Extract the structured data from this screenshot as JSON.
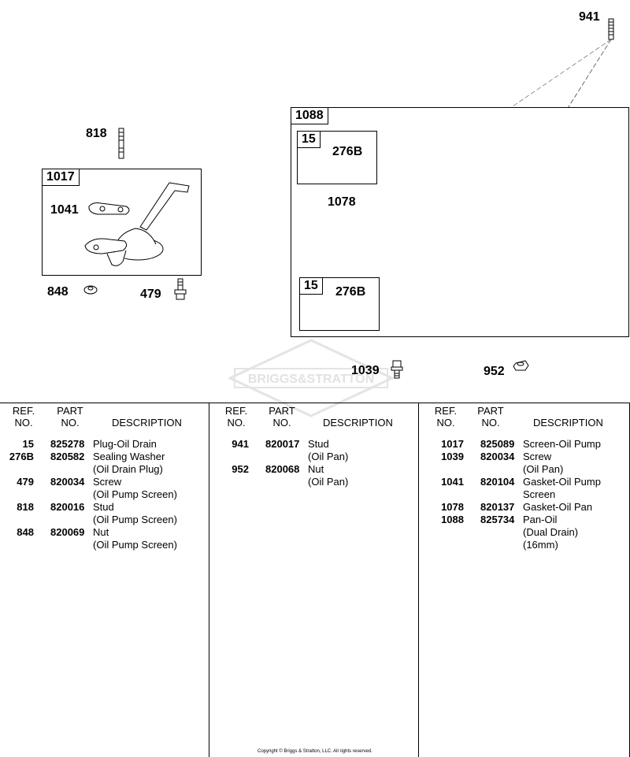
{
  "diagram": {
    "callouts": {
      "c941": "941",
      "c818": "818",
      "c1041": "1041",
      "c848": "848",
      "c479": "479",
      "c1078": "1078",
      "c1039": "1039",
      "c952": "952",
      "c276b_top": "276B",
      "c276b_bot": "276B",
      "c15_top": "15",
      "c15_bot": "15"
    },
    "boxes": {
      "b1088": "1088",
      "b1017": "1017"
    },
    "watermark": "BRIGGS&STRATTON"
  },
  "table": {
    "headers": {
      "ref": [
        "REF.",
        "NO."
      ],
      "part": [
        "PART",
        "NO."
      ],
      "description": "DESCRIPTION"
    },
    "columns": [
      [
        {
          "ref": "15",
          "part": "825278",
          "desc": [
            "Plug-Oil Drain"
          ]
        },
        {
          "ref": "276B",
          "part": "820582",
          "desc": [
            "Sealing Washer",
            "(Oil Drain Plug)"
          ]
        },
        {
          "ref": "479",
          "part": "820034",
          "desc": [
            "Screw",
            "(Oil Pump Screen)"
          ]
        },
        {
          "ref": "818",
          "part": "820016",
          "desc": [
            "Stud",
            "(Oil Pump Screen)"
          ]
        },
        {
          "ref": "848",
          "part": "820069",
          "desc": [
            "Nut",
            "(Oil Pump Screen)"
          ]
        }
      ],
      [
        {
          "ref": "941",
          "part": "820017",
          "desc": [
            "Stud",
            "(Oil Pan)"
          ]
        },
        {
          "ref": "952",
          "part": "820068",
          "desc": [
            "Nut",
            "(Oil Pan)"
          ]
        }
      ],
      [
        {
          "ref": "1017",
          "part": "825089",
          "desc": [
            "Screen-Oil Pump"
          ]
        },
        {
          "ref": "1039",
          "part": "820034",
          "desc": [
            "Screw",
            "(Oil Pan)"
          ]
        },
        {
          "ref": "1041",
          "part": "820104",
          "desc": [
            "Gasket-Oil Pump",
            "Screen"
          ]
        },
        {
          "ref": "1078",
          "part": "820137",
          "desc": [
            "Gasket-Oil Pan"
          ]
        },
        {
          "ref": "1088",
          "part": "825734",
          "desc": [
            "Pan-Oil",
            "(Dual Drain)",
            "(16mm)"
          ]
        }
      ]
    ]
  },
  "copyright": "Copyright © Briggs & Stratton, LLC. All rights reserved."
}
